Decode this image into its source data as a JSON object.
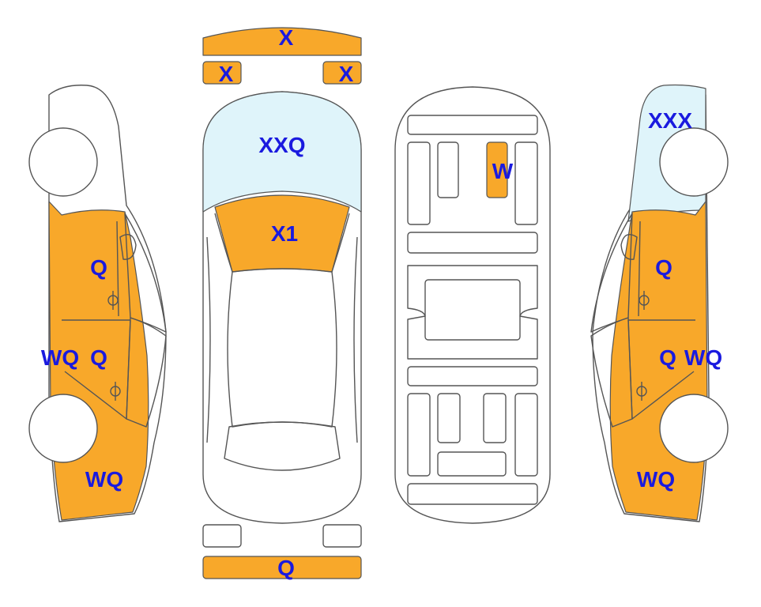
{
  "colors": {
    "damage": "#F8A82A",
    "glass": "#DFF4FA",
    "body": "#FFFFFF",
    "outline": "#555555",
    "code_text": "#1A1ADF"
  },
  "front_bumper": {
    "code": "X"
  },
  "front_left_small": {
    "code": "X"
  },
  "front_right_small": {
    "code": "X"
  },
  "windshield": {
    "code": "XXQ"
  },
  "hood": {
    "code": "X1"
  },
  "rear_bumper": {
    "code": "Q"
  },
  "underbody_part": {
    "code": "W"
  },
  "left_side": {
    "front_door": {
      "code": "Q"
    },
    "rear_door": {
      "code": "Q"
    },
    "rocker": {
      "code": "WQ"
    },
    "rear_quarter": {
      "code": "WQ"
    }
  },
  "right_side": {
    "glass": {
      "code": "XXX"
    },
    "front_door": {
      "code": "Q"
    },
    "rear_door": {
      "code": "Q"
    },
    "rocker": {
      "code": "WQ"
    },
    "rear_quarter": {
      "code": "WQ"
    }
  }
}
